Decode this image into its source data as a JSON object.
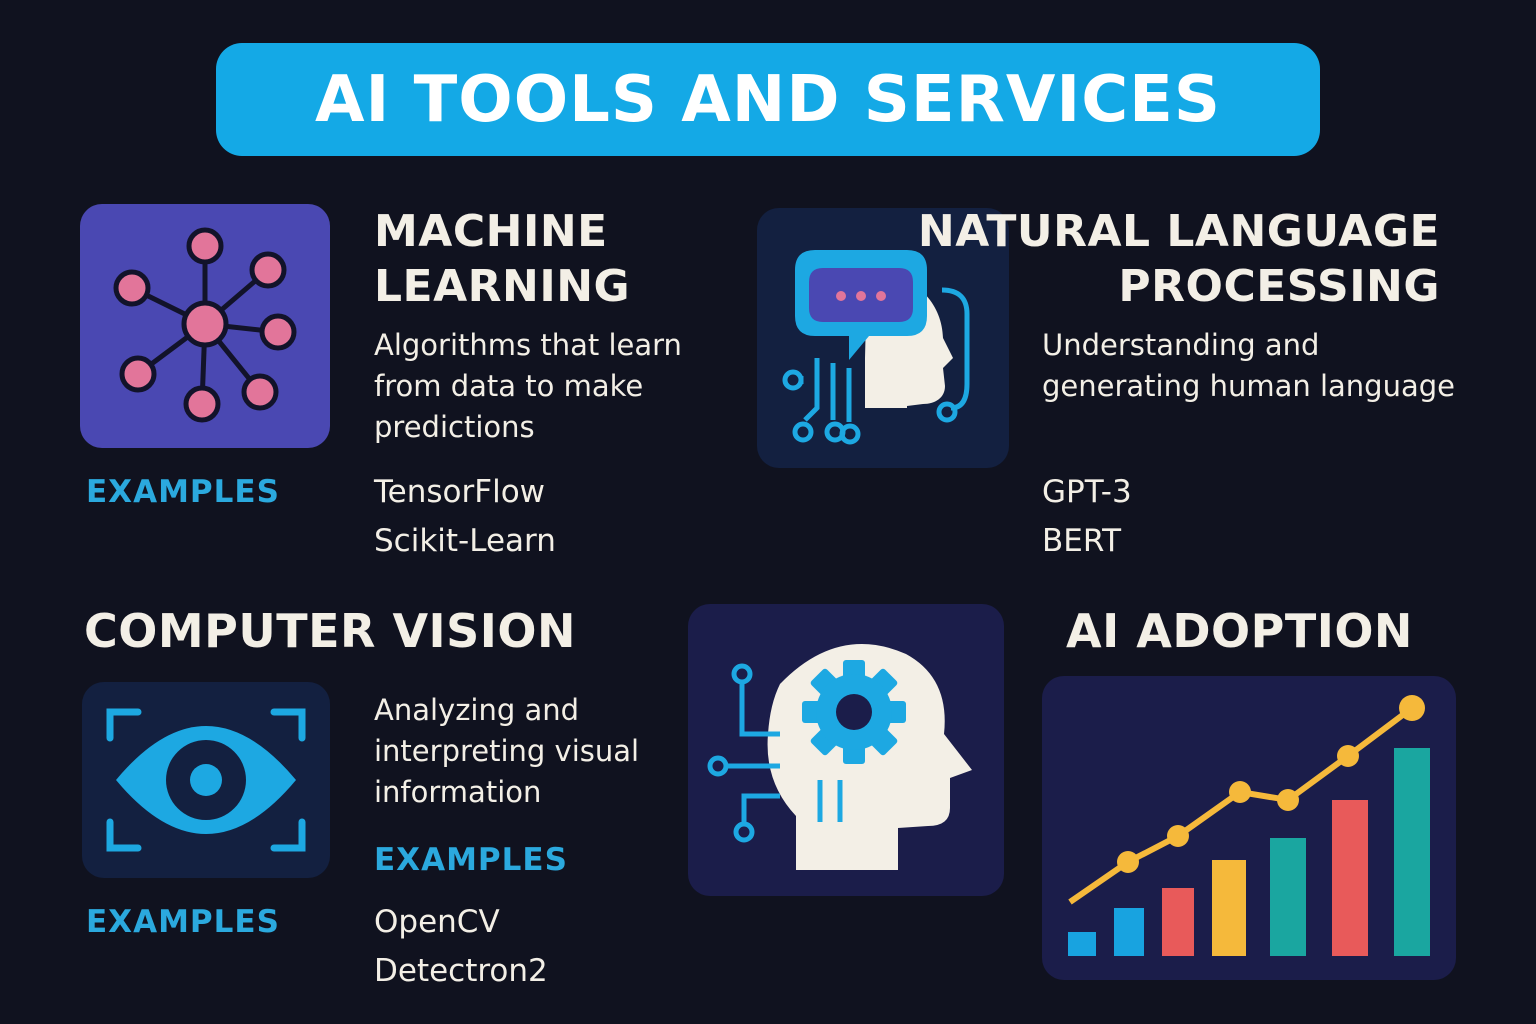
{
  "title": "AI TOOLS AND SERVICES",
  "colors": {
    "background": "#10121f",
    "banner": "#14a9e6",
    "accent": "#2ba9de",
    "ml_tile": "#4a48b2",
    "node_pink": "#e2759a",
    "text": "#f3efe6",
    "bar_colors": [
      "#18a3e0",
      "#18a3e0",
      "#e85a5a",
      "#f5b93b",
      "#1aa6a0",
      "#e85a5a",
      "#1aa6a0"
    ],
    "trend_line": "#f5b93b"
  },
  "sections": {
    "ml": {
      "heading_line1": "MACHINE",
      "heading_line2": "LEARNING",
      "desc_line1": "Algorithms that learn",
      "desc_line2": "from data to make",
      "desc_line3": "predictions",
      "examples_label": "EXAMPLES",
      "examples": [
        "TensorFlow",
        "Scikit-Learn"
      ],
      "icon": "neural-network-icon"
    },
    "nlp": {
      "heading_line1": "NATURAL LANGUAGE",
      "heading_line2": "PROCESSING",
      "desc_line1": "Understanding and",
      "desc_line2": "generating human language",
      "examples": [
        "GPT-3",
        "BERT"
      ],
      "icon": "chat-head-circuit-icon"
    },
    "cv": {
      "heading": "COMPUTER VISION",
      "desc_line1": "Analyzing and",
      "desc_line2": "interpreting visual",
      "desc_line3": "information",
      "examples_label_right": "EXAMPLES",
      "examples_label_left": "EXAMPLES",
      "examples": [
        "OpenCV",
        "Detectron2"
      ],
      "icon": "eye-scan-icon"
    },
    "adoption": {
      "heading": "AI ADOPTION",
      "icon": "head-gear-circuit-icon",
      "chart_icon": "growth-chart-icon"
    }
  }
}
